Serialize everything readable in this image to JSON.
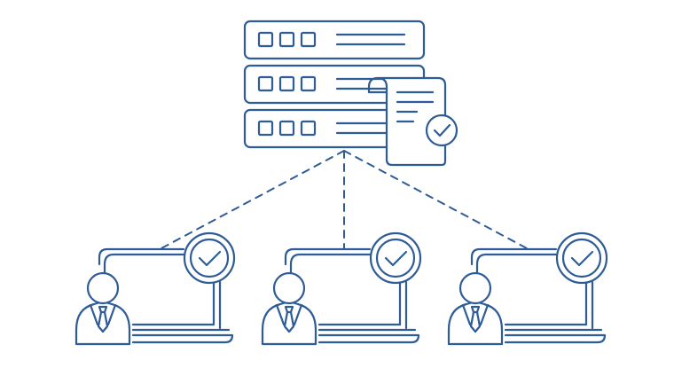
{
  "colors": {
    "stroke": "#2e5c97",
    "background": "#ffffff"
  },
  "server": {
    "rack_units": 3,
    "indicator_lights_per_unit": 3,
    "icon": "server-rack-icon"
  },
  "certificate": {
    "icon": "certificate-check-icon"
  },
  "clients": [
    {
      "name": "client-1",
      "user_icon": "user-icon",
      "device_icon": "laptop-icon",
      "status_icon": "check-circle-icon"
    },
    {
      "name": "client-2",
      "user_icon": "user-icon",
      "device_icon": "laptop-icon",
      "status_icon": "check-circle-icon"
    },
    {
      "name": "client-3",
      "user_icon": "user-icon",
      "device_icon": "laptop-icon",
      "status_icon": "check-circle-icon"
    }
  ],
  "connection_style": "dashed"
}
